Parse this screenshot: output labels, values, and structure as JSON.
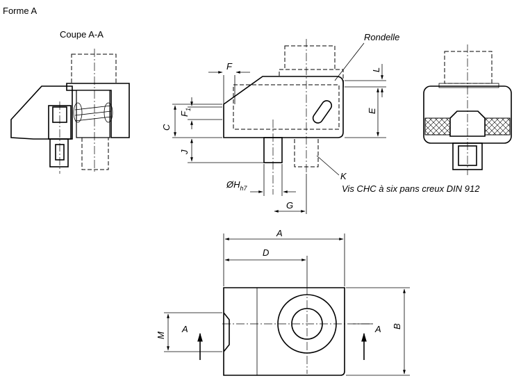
{
  "title": "Forme A",
  "section_title": "Coupe A-A",
  "labels": {
    "washer": "Rondelle",
    "screw_ref": "K",
    "screw_desc": "Vis CHC à six pans creux DIN 912",
    "section_mark": "A"
  },
  "dimensions": {
    "A": "A",
    "B": "B",
    "C": "C",
    "D": "D",
    "E": "E",
    "F": "F",
    "F1": "F",
    "F1_sub": "1",
    "G": "G",
    "H": "ØH",
    "H_sub": "h7",
    "J": "J",
    "L": "L",
    "M": "M"
  }
}
